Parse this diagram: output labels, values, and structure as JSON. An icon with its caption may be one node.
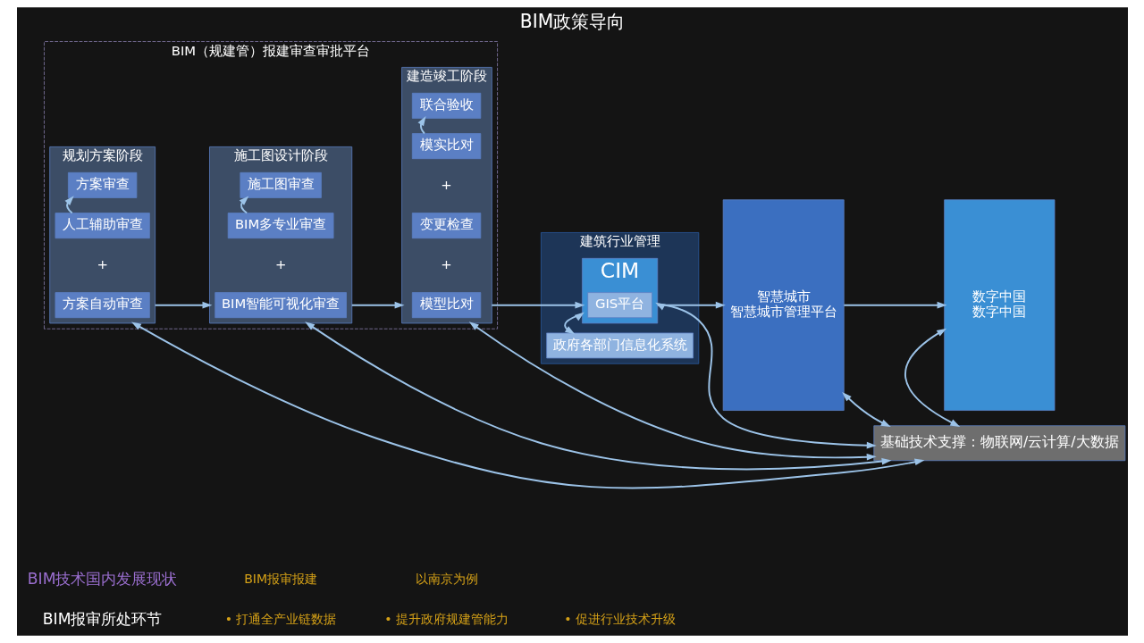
{
  "diagram": {
    "title": "BIM政策导向",
    "nodes": [
      {
        "text": [
          "BIM（规建管）报建审查审批平台"
        ]
      },
      {
        "text": [
          "规划方案阶段"
        ],
        "in": 0
      },
      {
        "text": [
          "方案自动审查"
        ],
        "in": 1
      },
      {
        "text": [
          "人工辅助审查"
        ],
        "in": 1
      },
      {
        "text": [
          "方案审查"
        ],
        "in": 1
      },
      {
        "text": [
          "施工图设计阶段"
        ],
        "in": 0
      },
      {
        "text": [
          "BIM智能可视化审查"
        ],
        "in": 5
      },
      {
        "text": [
          "BIM多专业审查"
        ],
        "in": 5
      },
      {
        "text": [
          "施工图审查"
        ],
        "in": 5
      },
      {
        "text": [
          "建造竣工阶段"
        ],
        "in": 0
      },
      {
        "text": [
          "模型比对"
        ],
        "in": 9
      },
      {
        "text": [
          "变更检查"
        ],
        "in": 9
      },
      {
        "text": [
          "模实比对"
        ],
        "in": 9
      },
      {
        "text": [
          "联合验收"
        ],
        "in": 9
      },
      {
        "text": [
          "建筑行业管理"
        ]
      },
      {
        "text": [
          "政府各部门信息化系统"
        ],
        "in": 14
      },
      {
        "text": [
          "CIM"
        ],
        "in": 14
      },
      {
        "text": [
          "GIS平台"
        ],
        "in": 16
      },
      {
        "text": [
          "智慧城市",
          "智慧城市管理平台"
        ]
      },
      {
        "text": [
          "数字中国",
          "数字中国"
        ]
      },
      {
        "text": [
          "基础技术支撑：物联网/云计算/大数据"
        ]
      }
    ],
    "edges": [
      {
        "from": 3,
        "to": 4,
        "arrow": "to"
      },
      {
        "from": 7,
        "to": 8,
        "arrow": "to"
      },
      {
        "from": 12,
        "to": 13,
        "arrow": "to"
      },
      {
        "from": 1,
        "to": 5,
        "arrow": "to"
      },
      {
        "from": 5,
        "to": 9,
        "arrow": "to"
      },
      {
        "from": 9,
        "to": 16,
        "arrow": "to"
      },
      {
        "from": 16,
        "to": 18,
        "arrow": "to"
      },
      {
        "from": 18,
        "to": 19,
        "arrow": "to"
      },
      {
        "from": 15,
        "to": 16,
        "arrow": "both"
      },
      {
        "from": 1,
        "to": 20,
        "arrow": "both"
      },
      {
        "from": 5,
        "to": 20,
        "arrow": "both"
      },
      {
        "from": 9,
        "to": 20,
        "arrow": "both"
      },
      {
        "from": 16,
        "to": 20,
        "arrow": "both"
      },
      {
        "from": 18,
        "to": 20,
        "arrow": "both"
      },
      {
        "from": 19,
        "to": 20,
        "arrow": "both"
      }
    ],
    "labels": [
      "BIM技术国内发展现状",
      "BIM报审报建",
      "以南京为例",
      "BIM报审所处环节",
      "• 打通全产业链数据",
      "• 提升政府规建管能力",
      "• 促进行业技术升级",
      "+",
      "+",
      "+",
      "+"
    ]
  }
}
